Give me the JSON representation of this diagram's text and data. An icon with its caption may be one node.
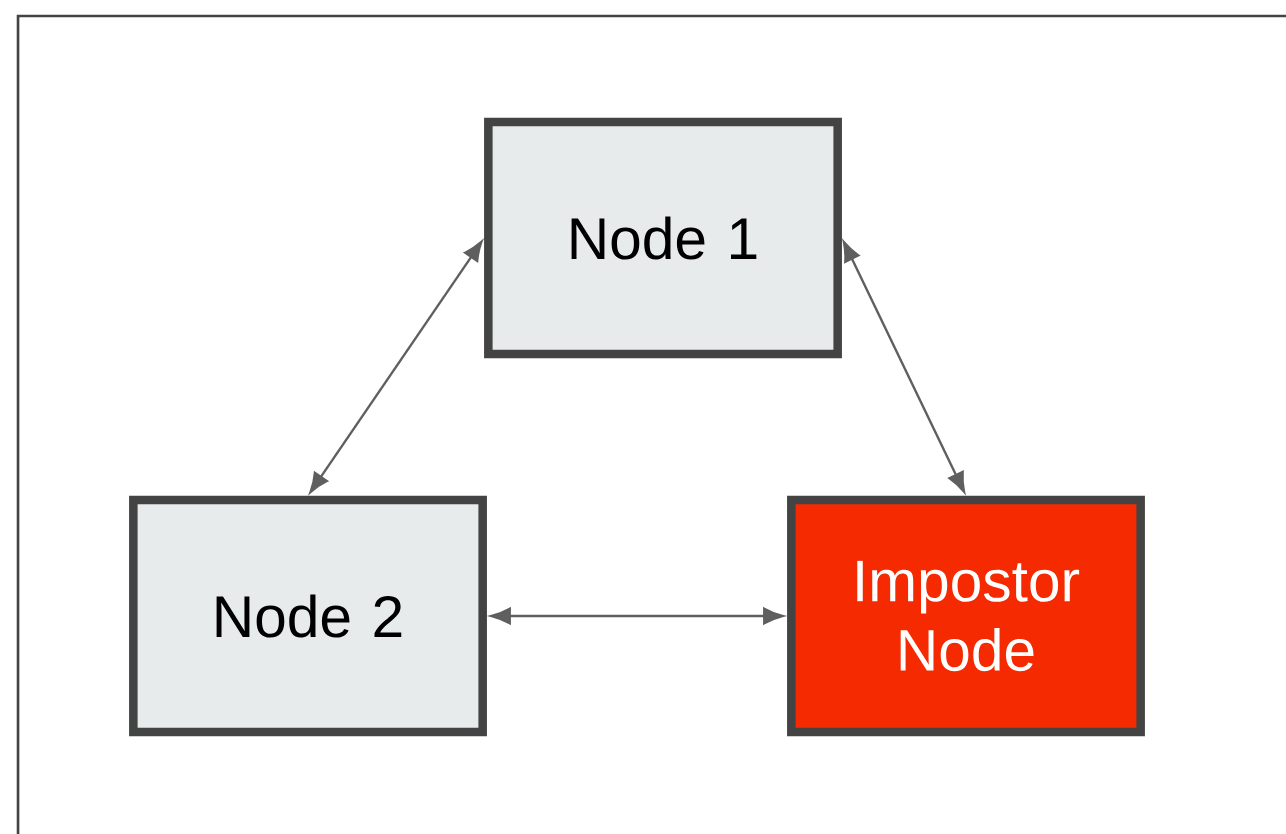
{
  "diagram": {
    "nodes": [
      {
        "text": [
          "Node 1"
        ]
      },
      {
        "text": [
          "Node 2"
        ]
      },
      {
        "text": [
          "Impostor Node"
        ]
      }
    ],
    "edges": [
      {
        "from": 0,
        "to": 1,
        "arrow": "both"
      },
      {
        "from": 0,
        "to": 2,
        "arrow": "both"
      },
      {
        "from": 1,
        "to": 2,
        "arrow": "both"
      }
    ]
  }
}
